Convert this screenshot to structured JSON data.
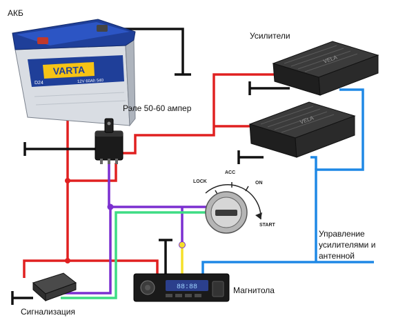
{
  "labels": {
    "battery": "АКБ",
    "amplifiers": "Усилители",
    "relay": "Рэле 50-60 ампер",
    "control_line1": "Управление",
    "control_line2": "усилителями и",
    "control_line3": "антенной",
    "head_unit": "Магнитола",
    "alarm": "Сигнализация"
  },
  "battery": {
    "brand": "VARTA",
    "model_code": "D24",
    "spec": "12V 60Ah 540"
  },
  "amplifier_brand": "VELA",
  "ignition": {
    "lock": "LOCK",
    "acc": "ACC",
    "on": "ON",
    "start": "START"
  },
  "head_unit_display": "88:88",
  "wire_colors": {
    "power": "#e02020",
    "ground": "#111111",
    "remote": "#1e88e5",
    "ignition": "#7b2fd0",
    "alarm_signal": "#3ddc84",
    "acc": "#f5e02a"
  }
}
